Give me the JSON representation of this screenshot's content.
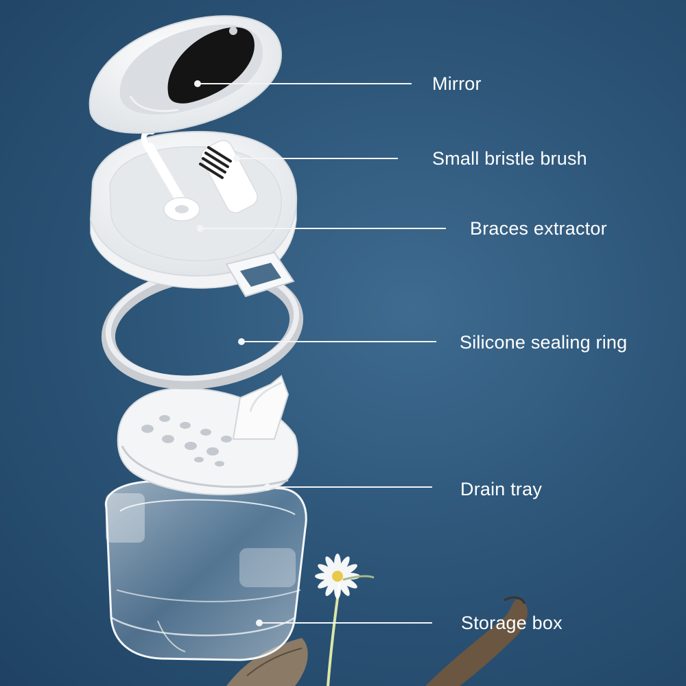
{
  "colors": {
    "background": "#2d5679",
    "label_text": "#ffffff",
    "leader_line": "#f2f4f7",
    "part_white": "#f4f5f6",
    "case_interior": "#e6e9ec",
    "mirror_dark": "#141414",
    "ring_grey": "#c9ccd0",
    "clear_plastic": "#dde6ee",
    "driftwood": "#6a5641"
  },
  "icons": [
    "flower-icon",
    "driftwood-icon"
  ],
  "labels": {
    "mirror": "Mirror",
    "brush": "Small bristle brush",
    "extractor": "Braces extractor",
    "ring": "Silicone sealing ring",
    "tray": "Drain tray",
    "box": "Storage box"
  }
}
